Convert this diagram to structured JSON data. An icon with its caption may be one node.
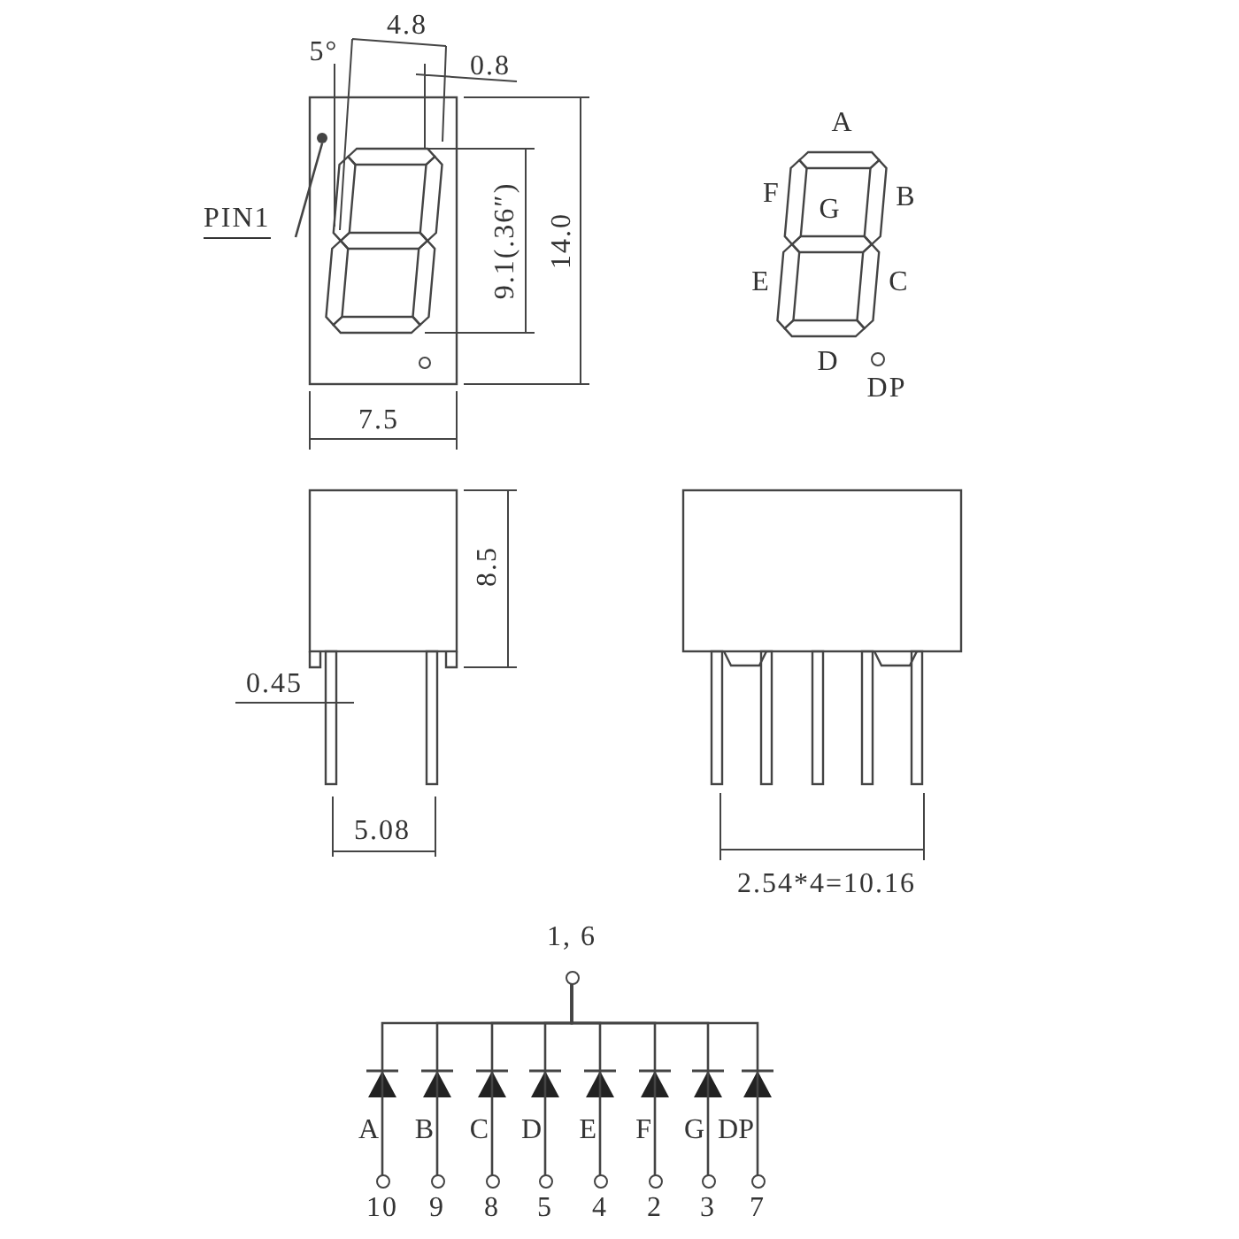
{
  "diagram": {
    "nodes": [
      {
        "text": [
          "PIN1"
        ]
      },
      {
        "text": [],
        "shape": "circle"
      },
      {
        "text": [
          "1, 6"
        ]
      },
      {
        "text": [
          "10"
        ],
        "beside": [
          "A"
        ]
      },
      {
        "text": [
          "9"
        ],
        "beside": [
          "B"
        ]
      },
      {
        "text": [
          "8"
        ],
        "beside": [
          "C"
        ]
      },
      {
        "text": [
          "5"
        ],
        "beside": [
          "D"
        ]
      },
      {
        "text": [
          "4"
        ],
        "beside": [
          "E"
        ]
      },
      {
        "text": [
          "2"
        ],
        "beside": [
          "F"
        ]
      },
      {
        "text": [
          "3"
        ],
        "beside": [
          "G"
        ]
      },
      {
        "text": [
          "7"
        ],
        "beside": [
          "DP"
        ]
      }
    ],
    "edges": [
      {
        "from": 0,
        "to": 1,
        "arrow": "none"
      },
      {
        "from": 3,
        "to": 2,
        "arrow": "to"
      },
      {
        "from": 4,
        "to": 2,
        "arrow": "to"
      },
      {
        "from": 5,
        "to": 2,
        "arrow": "to"
      },
      {
        "from": 6,
        "to": 2,
        "arrow": "to"
      },
      {
        "from": 7,
        "to": 2,
        "arrow": "to"
      },
      {
        "from": 8,
        "to": 2,
        "arrow": "to"
      },
      {
        "from": 9,
        "to": 2,
        "arrow": "to"
      },
      {
        "from": 10,
        "to": 2,
        "arrow": "to"
      }
    ],
    "labels": [
      "5°",
      "4.8",
      "0.8",
      "9.1(.36″)",
      "14.0",
      "7.5",
      "A",
      "F",
      "G",
      "B",
      "E",
      "C",
      "D",
      "DP",
      "8.5",
      "0.45",
      "5.08",
      "2.54*4=10.16"
    ]
  }
}
